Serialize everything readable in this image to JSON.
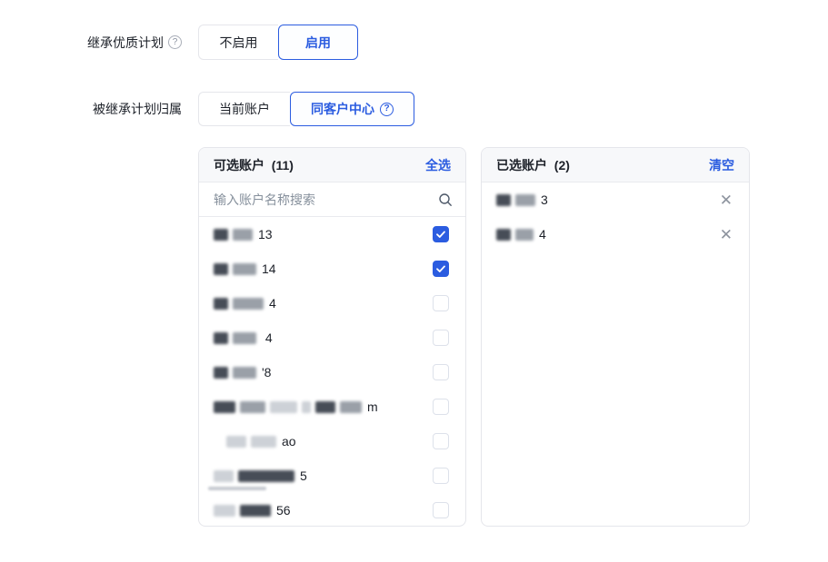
{
  "colors": {
    "accent_blue": "#2b5ce0",
    "border_gray": "#e5e6eb",
    "text_dark": "#1d2129",
    "placeholder_gray": "#86909c",
    "header_bg": "#f7f8fa"
  },
  "form": {
    "row1": {
      "label": "继承优质计划",
      "help_icon": "question-circle",
      "options": [
        {
          "label": "不启用",
          "selected": false
        },
        {
          "label": "启用",
          "selected": true
        }
      ]
    },
    "row2": {
      "label": "被继承计划归属",
      "options": [
        {
          "label": "当前账户",
          "selected": false
        },
        {
          "label": "同客户中心",
          "selected": true,
          "help_icon": "question-circle"
        }
      ]
    }
  },
  "available_panel": {
    "title": "可选账户",
    "count": "(11)",
    "action": "全选",
    "search_placeholder": "输入账户名称搜索",
    "search_value": "",
    "items": [
      {
        "suffix": "13",
        "checked": true,
        "segments": [
          {
            "t": "dark",
            "w": 16
          },
          {
            "t": "mid",
            "w": 22
          }
        ]
      },
      {
        "suffix": "14",
        "checked": true,
        "segments": [
          {
            "t": "dark",
            "w": 16
          },
          {
            "t": "mid",
            "w": 26
          }
        ]
      },
      {
        "suffix": "4",
        "checked": false,
        "segments": [
          {
            "t": "dark",
            "w": 16
          },
          {
            "t": "mid",
            "w": 34
          }
        ]
      },
      {
        "suffix": " 4",
        "checked": false,
        "segments": [
          {
            "t": "dark",
            "w": 16
          },
          {
            "t": "mid",
            "w": 26
          }
        ]
      },
      {
        "suffix": "'8",
        "checked": false,
        "segments": [
          {
            "t": "dark",
            "w": 16
          },
          {
            "t": "mid",
            "w": 26
          }
        ]
      },
      {
        "suffix": "m",
        "checked": false,
        "segments": [
          {
            "t": "dark",
            "w": 24
          },
          {
            "t": "mid",
            "w": 28
          },
          {
            "t": "light",
            "w": 30
          },
          {
            "t": "light",
            "w": 10
          },
          {
            "t": "dark",
            "w": 22
          },
          {
            "t": "mid",
            "w": 24
          }
        ]
      },
      {
        "suffix": "ao",
        "checked": false,
        "indent": 14,
        "segments": [
          {
            "t": "light",
            "w": 22
          },
          {
            "t": "light",
            "w": 28
          }
        ]
      },
      {
        "suffix": "5",
        "checked": false,
        "sub": true,
        "segments": [
          {
            "t": "light",
            "w": 22
          },
          {
            "t": "dark",
            "w": 62
          }
        ]
      },
      {
        "suffix": "56",
        "checked": false,
        "segments": [
          {
            "t": "light",
            "w": 24
          },
          {
            "t": "dark",
            "w": 34
          }
        ]
      }
    ]
  },
  "selected_panel": {
    "title": "已选账户",
    "count": "(2)",
    "action": "清空",
    "items": [
      {
        "suffix": "3",
        "segments": [
          {
            "t": "dark",
            "w": 16
          },
          {
            "t": "mid",
            "w": 22
          }
        ]
      },
      {
        "suffix": "4",
        "segments": [
          {
            "t": "dark",
            "w": 16
          },
          {
            "t": "mid",
            "w": 20
          }
        ]
      }
    ]
  }
}
